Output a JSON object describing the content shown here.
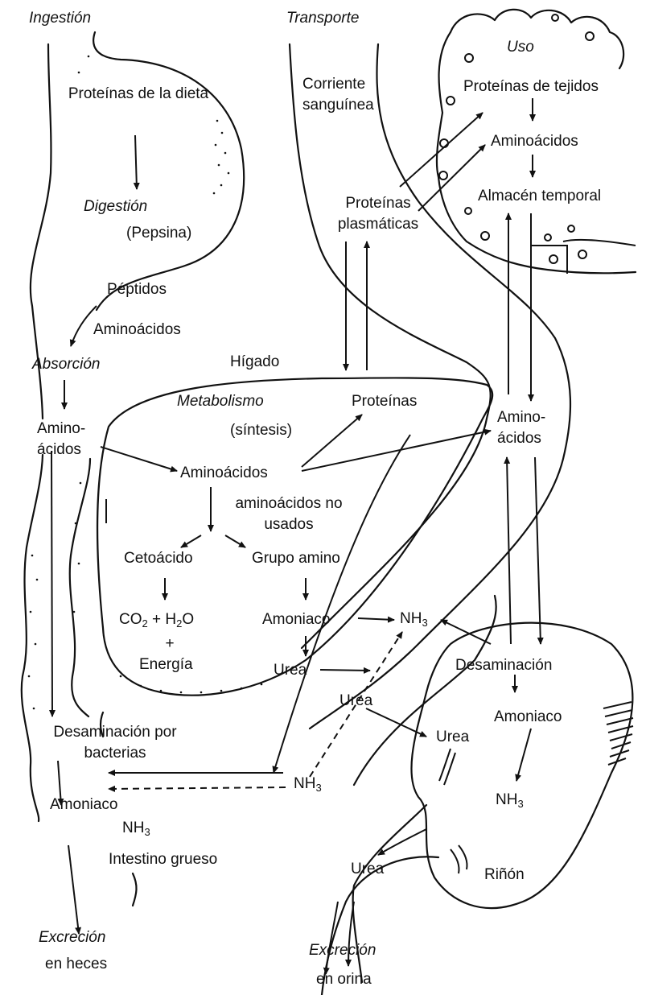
{
  "sections": {
    "ingestion": "Ingestión",
    "transport": "Transporte",
    "use": "Uso",
    "digestion": "Digestión",
    "absorption": "Absorción",
    "metabolism": "Metabolismo",
    "excretion_feces": "Excreción",
    "excretion_urine": "Excreción"
  },
  "labels": {
    "dietary_proteins": "Proteínas de la dieta",
    "pepsin": "(Pepsina)",
    "peptides": "Péptidos",
    "amino_acids_gut": "Aminoácidos",
    "amino_acids_absorbed": "Amino-ácidos",
    "blood_stream": "Corriente sanguínea",
    "plasma_proteins": "Proteínas plasmáticas",
    "tissue_proteins": "Proteínas de tejidos",
    "amino_acids_tissue": "Aminoácidos",
    "temporary_store": "Almacén temporal",
    "liver": "Hígado",
    "synthesis": "(síntesis)",
    "liver_proteins": "Proteínas",
    "liver_amino_acids": "Aminoácidos",
    "unused_amino_acids": "aminoácidos no usados",
    "keto_acid": "Cetoácido",
    "amino_group": "Grupo amino",
    "co2_h2o_energy": "CO2 + H2O + Energía",
    "ammonia_liver": "Amoniaco",
    "nh3_center": "NH3",
    "urea_liver": "Urea",
    "urea_mid": "Urea",
    "amino_acids_right": "Amino-ácidos",
    "deamination_kidney": "Desaminación",
    "ammonia_kidney": "Amoniaco",
    "nh3_kidney": "NH3",
    "urea_kidney": "Urea",
    "urea_ureter": "Urea",
    "kidney": "Riñón",
    "bacterial_deamination": "Desaminación por bacterias",
    "nh3_lower": "NH3",
    "ammonia_gut": "Amoniaco",
    "nh3_gut": "NH3",
    "large_intestine": "Intestino grueso",
    "in_feces": "en heces",
    "in_urine": "en orina"
  }
}
